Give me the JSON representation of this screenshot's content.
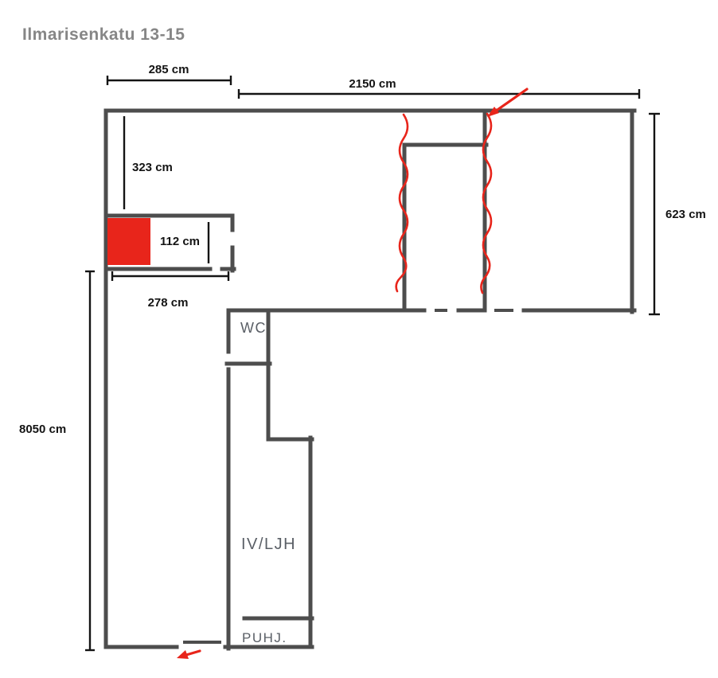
{
  "title": "Ilmarisenkatu 13-15",
  "dimensions": {
    "top_left_width": "285 cm",
    "top_total_width": "2150 cm",
    "upper_left_height": "323 cm",
    "closet_width": "112 cm",
    "left_room_width": "278 cm",
    "right_side_height": "623 cm",
    "left_side_height": "8050 cm"
  },
  "rooms": {
    "wc": "WC",
    "iv_ljh": "IV/LJH",
    "puhj": "PUHJ."
  },
  "colors": {
    "wall": "#4d4d4d",
    "dimension_text": "#141414",
    "room_label": "#5a5f66",
    "annotation_red": "#e8251b",
    "title": "#868686",
    "background": "#ffffff"
  },
  "annotations": {
    "marker": "closet-marker-square",
    "marks": [
      "wavy-wall-mark-left",
      "wavy-wall-mark-right",
      "arrow-top-wall",
      "arrow-bottom-entrance"
    ]
  }
}
